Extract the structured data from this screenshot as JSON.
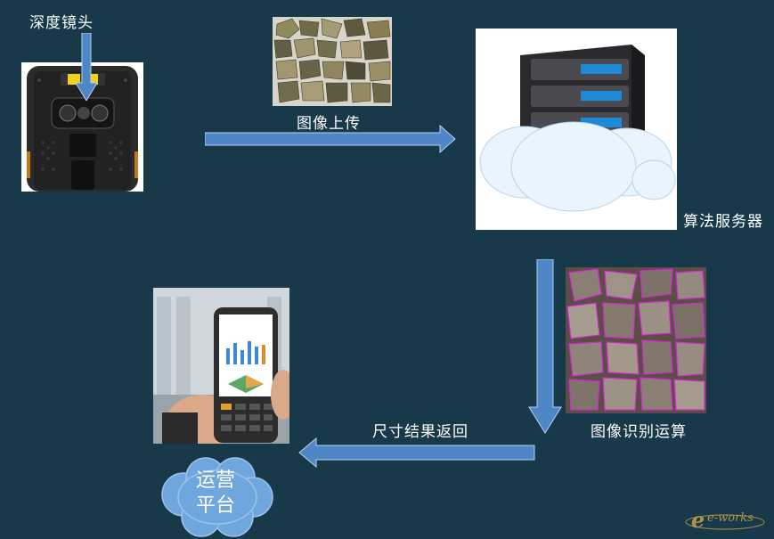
{
  "labels": {
    "depth_camera": "深度镜头",
    "image_upload": "图像上传",
    "algorithm_server": "算法服务器",
    "image_recognition": "图像识别运算",
    "size_result_return": "尺寸结果返回",
    "ops_platform_line1": "运营",
    "ops_platform_line2": "平台"
  },
  "watermark": "e-works",
  "colors": {
    "background": "#17394a",
    "arrow": "#4f86c6",
    "cloud": "#6ea6dd",
    "overlay_lines": "#e020e0"
  }
}
